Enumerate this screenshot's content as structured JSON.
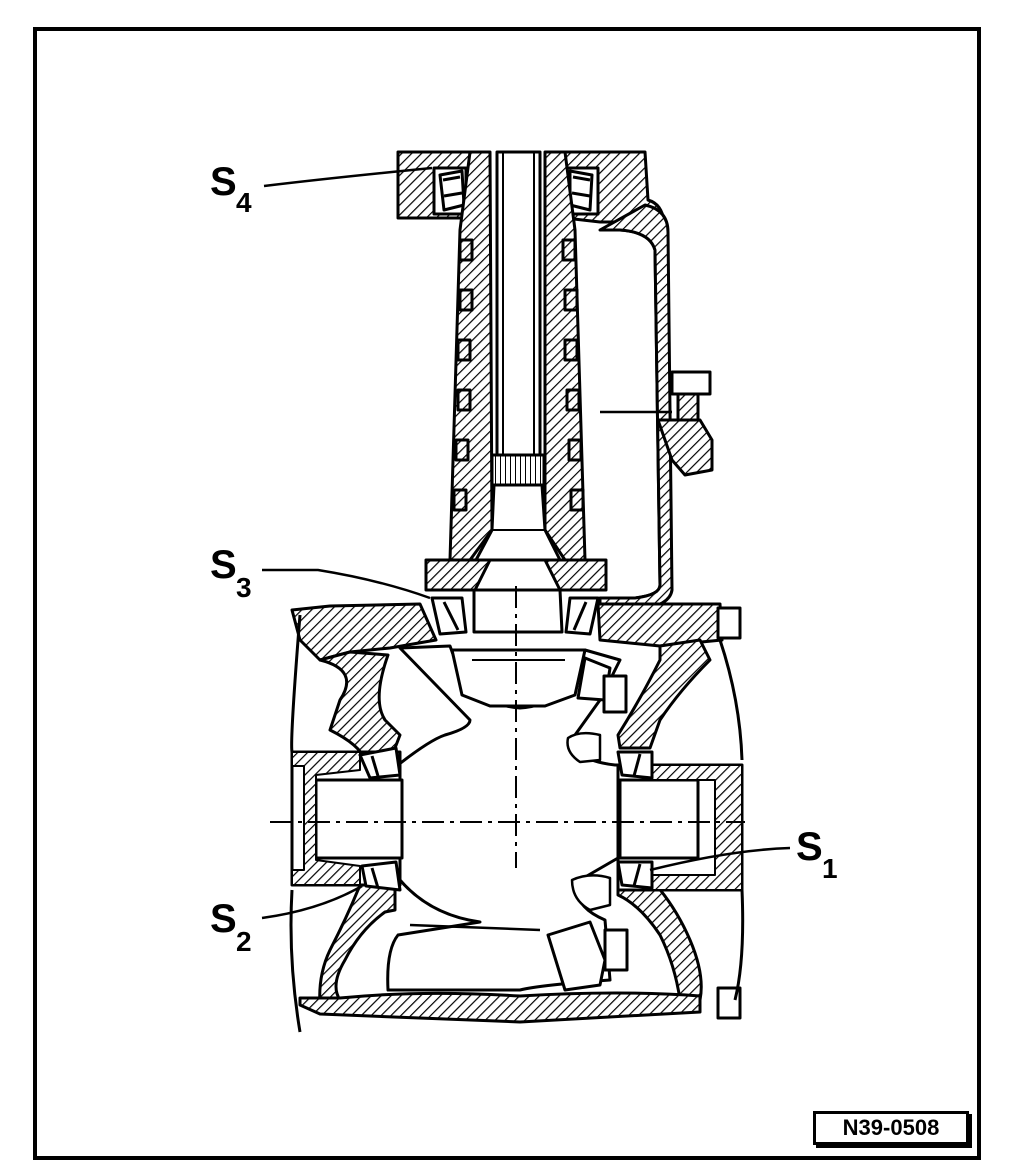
{
  "labels": {
    "s1": {
      "letter": "S",
      "index": "1"
    },
    "s2": {
      "letter": "S",
      "index": "2"
    },
    "s3": {
      "letter": "S",
      "index": "3"
    },
    "s4": {
      "letter": "S",
      "index": "4"
    }
  },
  "reference_code": "N39-0508"
}
